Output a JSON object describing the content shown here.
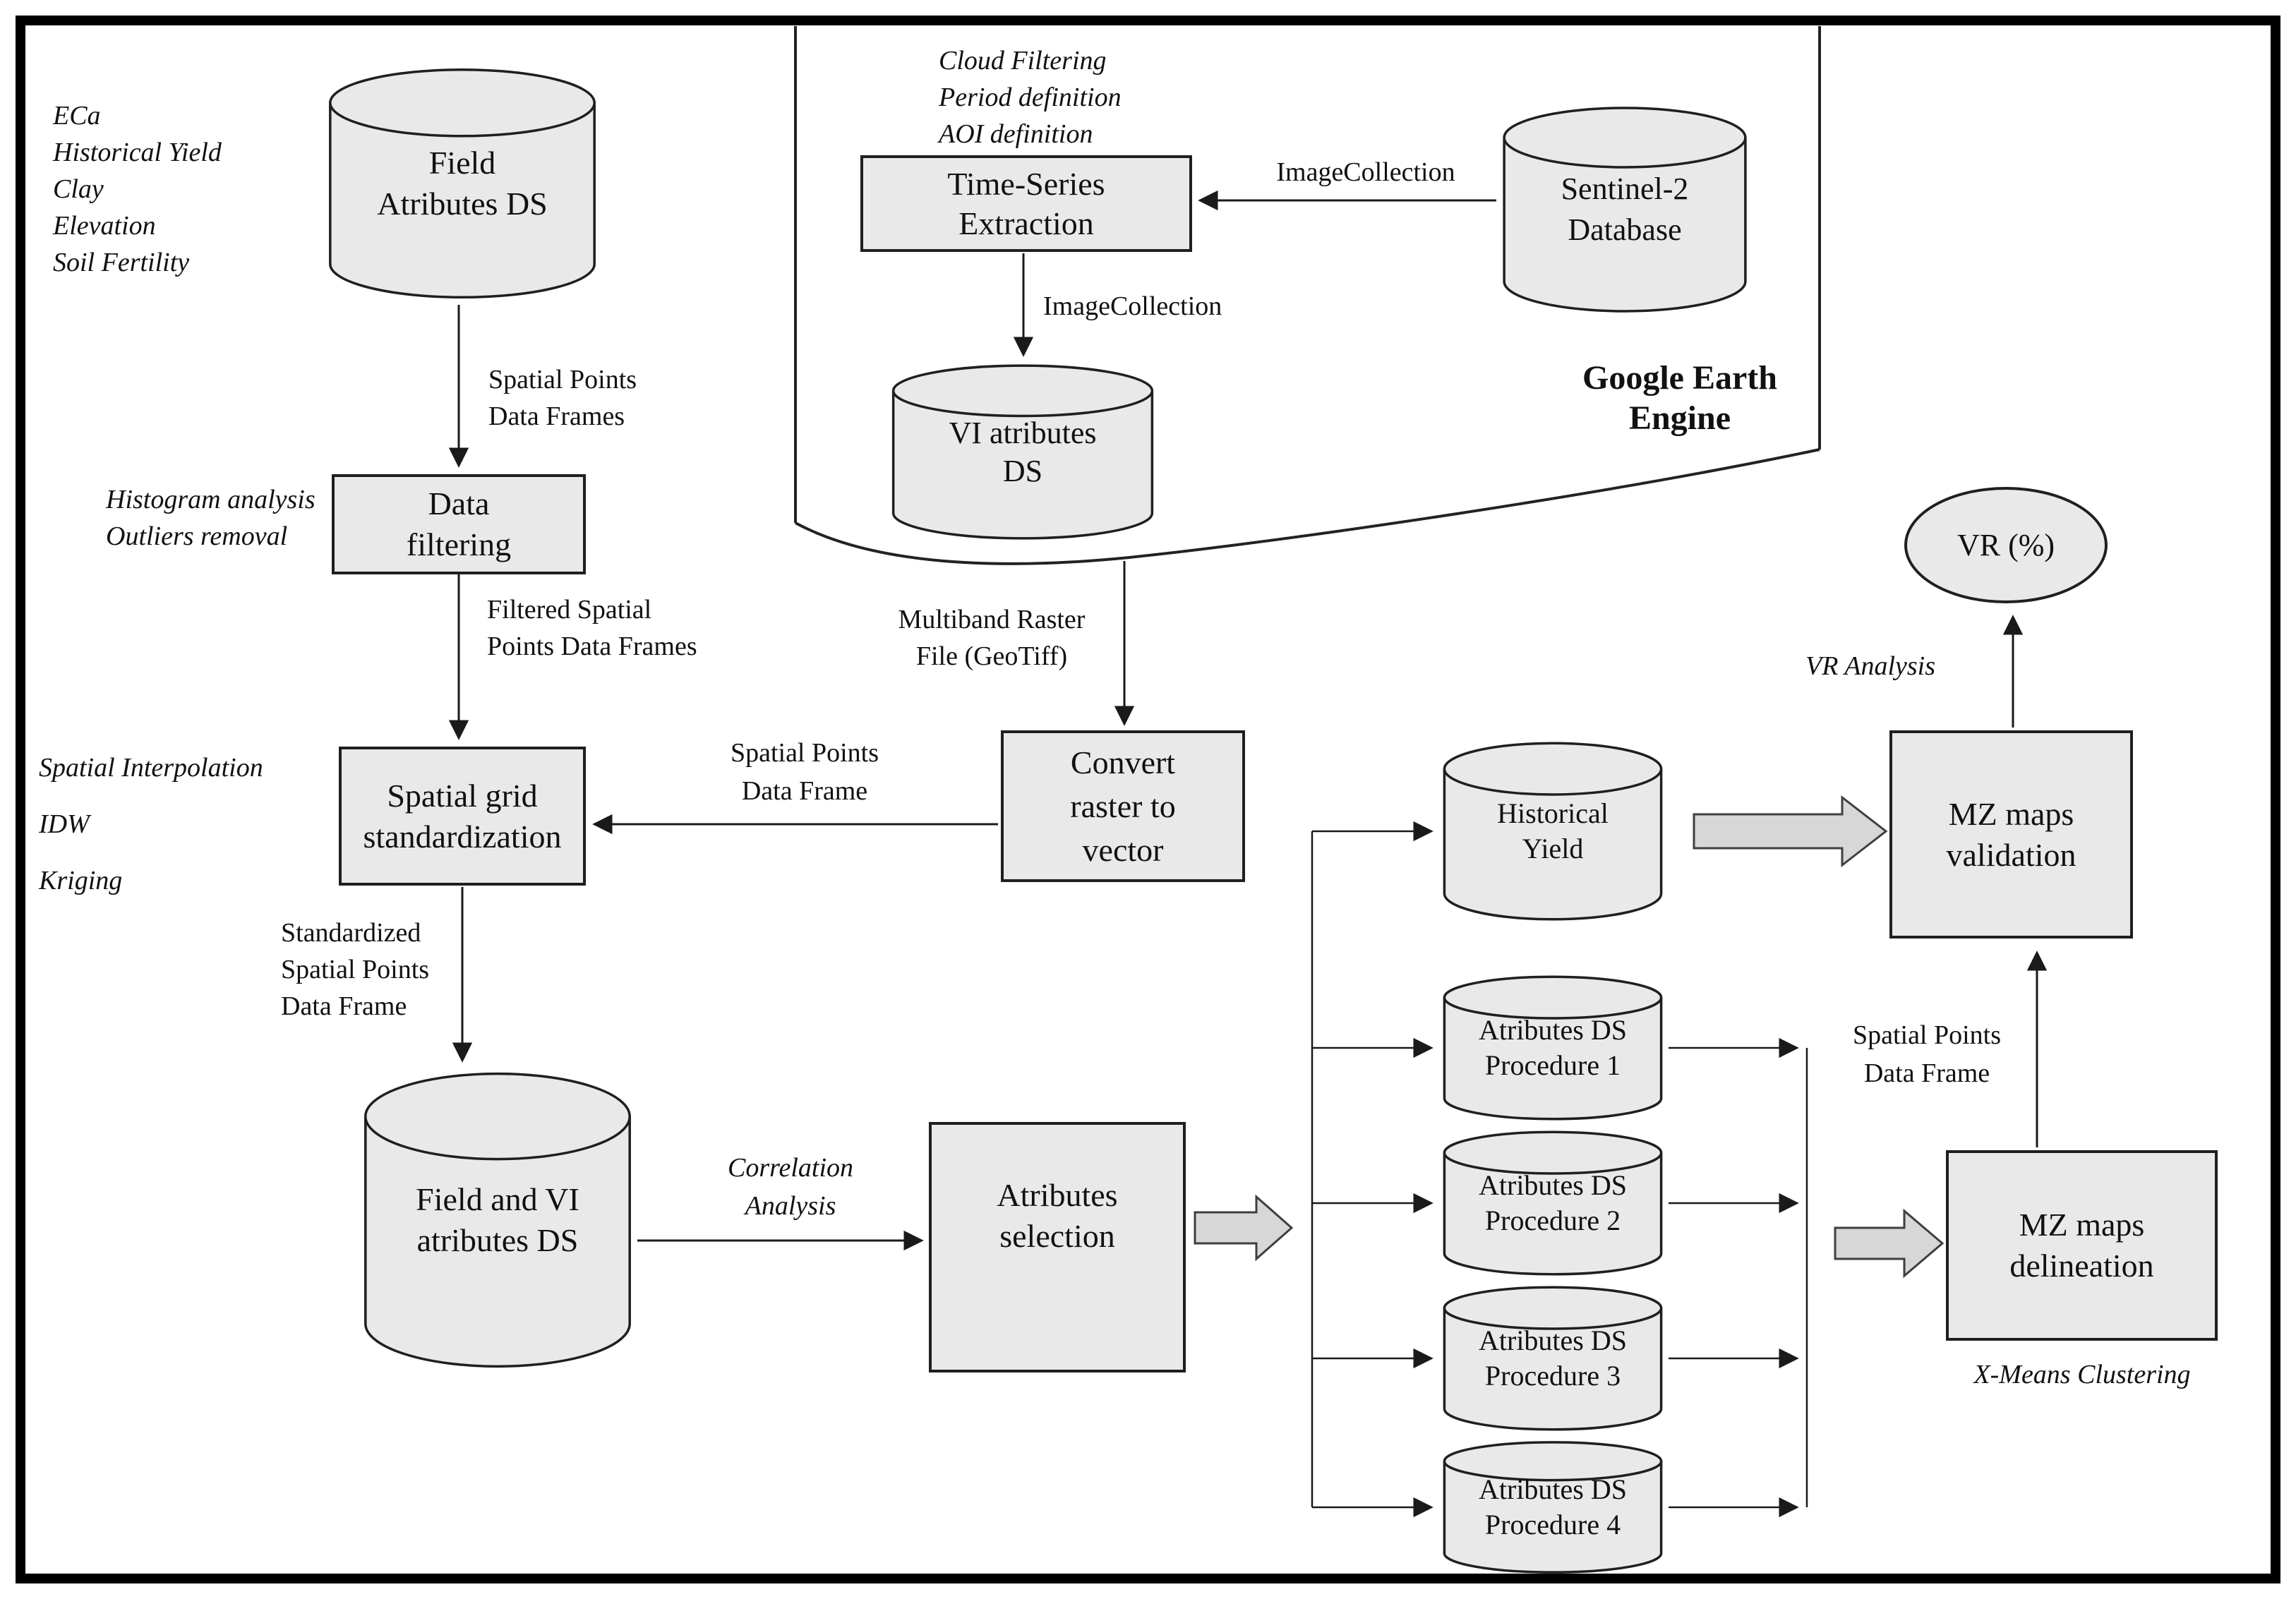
{
  "colors": {
    "shape_fill": "#e9e9e9",
    "shape_stroke": "#1f1f1f",
    "block_arrow_fill": "#d7d7d7",
    "connector": "#1a1a1a"
  },
  "side_notes": {
    "field_inputs": "ECa\nHistorical Yield\nClay\nElevation\nSoil Fertility",
    "data_filtering_methods": "Histogram analysis\nOutliers removal",
    "interpolation_methods": "Spatial Interpolation\nIDW\nKriging",
    "gee_params": "Cloud Filtering\nPeriod definition\nAOI definition",
    "correlation": "Correlation\nAnalysis",
    "xmeans": "X-Means Clustering",
    "vr_analysis": "VR Analysis"
  },
  "gee": {
    "title": "Google Earth\nEngine"
  },
  "nodes": {
    "field_ds": "Field\nAtributes DS",
    "data_filtering": "Data\nfiltering",
    "spatial_grid": "Spatial grid\nstandardization",
    "field_vi": "Field and VI\natributes DS",
    "atr_sel": "Atributes\nselection",
    "time_series": "Time-Series\nExtraction",
    "sentinel2": "Sentinel-2\nDatabase",
    "vi_ds": "VI atributes\nDS",
    "convert": "Convert\nraster to\nvector",
    "historical_yield": "Historical\nYield",
    "proc1": "Atributes DS\nProcedure 1",
    "proc2": "Atributes DS\nProcedure 2",
    "proc3": "Atributes DS\nProcedure 3",
    "proc4": "Atributes DS\nProcedure 4",
    "mz_delineation": "MZ maps\ndelineation",
    "mz_validation": "MZ maps\nvalidation",
    "vr": "VR (%)"
  },
  "edge_labels": {
    "spatial_points_frames": "Spatial Points\nData Frames",
    "filtered_frames": "Filtered Spatial\nPoints Data Frames",
    "standardized_frame": "Standardized\nSpatial Points\nData Frame",
    "imagecollection_h": "ImageCollection",
    "imagecollection_v": "ImageCollection",
    "multiband": "Multiband Raster\nFile (GeoTiff)",
    "sp_df_convert": "Spatial Points\nData Frame",
    "sp_df_right": "Spatial Points\nData Frame"
  }
}
